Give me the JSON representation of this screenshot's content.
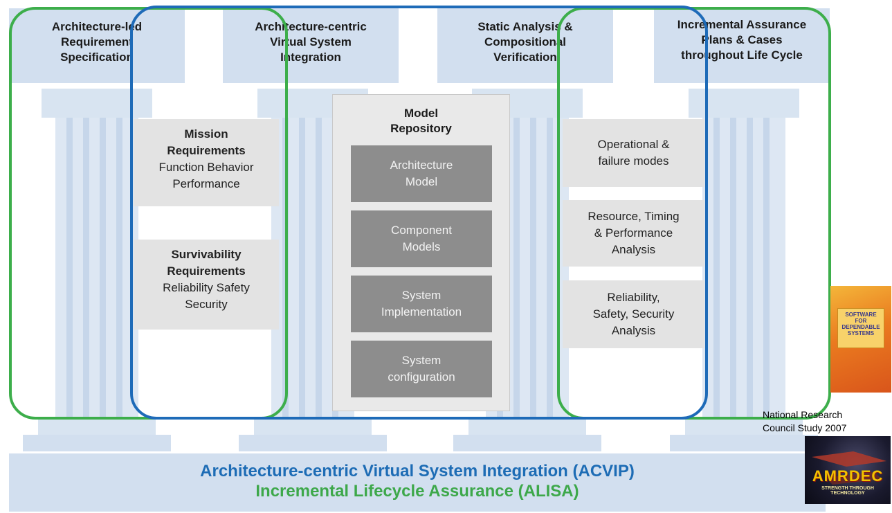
{
  "columns": [
    {
      "title_lines": [
        "Architecture-led",
        "Requirement",
        "Specification"
      ]
    },
    {
      "title_lines": [
        "Architecture-centric",
        "Virtual System",
        "Integration"
      ]
    },
    {
      "title_lines": [
        "Static Analysis &",
        "Compositional",
        "Verification"
      ]
    },
    {
      "title_lines": [
        "Incremental Assurance",
        "Plans & Cases",
        "throughout Life Cycle"
      ]
    }
  ],
  "requirements": [
    {
      "title_lines": [
        "Mission",
        "Requirements"
      ],
      "body_lines": [
        "Function Behavior",
        "Performance"
      ]
    },
    {
      "title_lines": [
        "Survivability",
        "Requirements"
      ],
      "body_lines": [
        "Reliability Safety",
        "Security"
      ]
    }
  ],
  "repository": {
    "title_lines": [
      "Model",
      "Repository"
    ],
    "models": [
      {
        "lines": [
          "Architecture",
          "Model"
        ]
      },
      {
        "lines": [
          "Component",
          "Models"
        ]
      },
      {
        "lines": [
          "System",
          "Implementation"
        ]
      },
      {
        "lines": [
          "System",
          "configuration"
        ]
      }
    ]
  },
  "analyses": [
    {
      "lines": [
        "Operational &",
        "failure modes"
      ]
    },
    {
      "lines": [
        "Resource, Timing",
        "& Performance",
        "Analysis"
      ]
    },
    {
      "lines": [
        "Reliability,",
        "Safety, Security",
        "Analysis"
      ]
    }
  ],
  "banner": {
    "line1": "Architecture-centric Virtual System Integration (ACVIP)",
    "line2": "Incremental Lifecycle Assurance (ALISA)"
  },
  "source": {
    "lines": [
      "National Research",
      "Council Study  2007"
    ],
    "book_cover_text": [
      "SOFTWARE",
      "FOR",
      "DEPENDABLE",
      "SYSTEMS"
    ],
    "logo_text": "AMRDEC",
    "logo_tagline": "STRENGTH THROUGH TECHNOLOGY"
  },
  "colors": {
    "acvip_blue": "#1e6bb8",
    "alisa_green": "#3dae4b",
    "pillar": "#d2dfef"
  }
}
